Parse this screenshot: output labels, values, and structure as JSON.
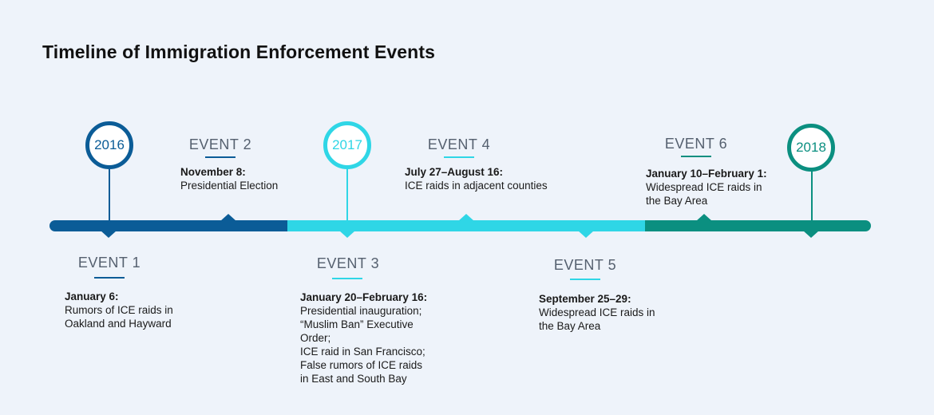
{
  "title": "Timeline of Immigration Enforcement Events",
  "colors": {
    "dark_blue": "#0b5c97",
    "cyan": "#2fd6e6",
    "teal": "#0b8f80",
    "label_gray": "#55606f",
    "background": "#eef3fa"
  },
  "years": [
    {
      "label": "2016"
    },
    {
      "label": "2017"
    },
    {
      "label": "2018"
    }
  ],
  "events": [
    {
      "label": "EVENT 1",
      "date": "January 6:",
      "text": "Rumors of ICE raids in Oakland and Hayward"
    },
    {
      "label": "EVENT 2",
      "date": "November 8:",
      "text": "Presidential Election"
    },
    {
      "label": "EVENT 3",
      "date": "January 20–February 16:",
      "text": [
        "Presidential inauguration;",
        "“Muslim Ban” Executive Order;",
        "ICE raid in San Francisco;",
        "False rumors of ICE raids in East and South Bay"
      ]
    },
    {
      "label": "EVENT 4",
      "date": "July 27–August 16:",
      "text": "ICE raids in adjacent counties"
    },
    {
      "label": "EVENT 5",
      "date": "September 25–29:",
      "text": "Widespread ICE raids in the Bay Area"
    },
    {
      "label": "EVENT 6",
      "date": "January 10–February 1:",
      "text": "Widespread ICE raids in the Bay Area"
    }
  ]
}
